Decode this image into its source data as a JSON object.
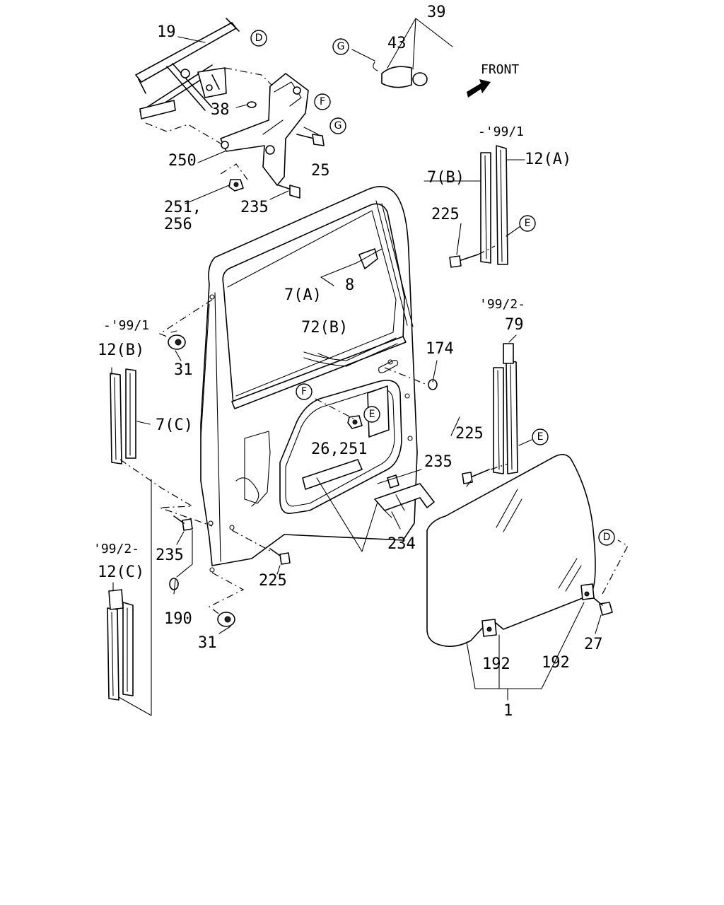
{
  "front_label": "FRONT",
  "dates": {
    "upper_right": "-'99/1",
    "right_middle": "'99/2-",
    "left_upper": "-'99/1",
    "left_lower": "'99/2-"
  },
  "labels": {
    "p19": "19",
    "p39": "39",
    "p43": "43",
    "p38": "38",
    "p250": "250",
    "p25": "25",
    "p251_a": "251,",
    "p256": "256",
    "p235_top": "235",
    "p7b": "7(B)",
    "p12a": "12(A)",
    "p225_tr": "225",
    "p7a": "7(A)",
    "p8": "8",
    "p72b": "72(B)",
    "p174": "174",
    "p79": "79",
    "p12b": "12(B)",
    "p31_up": "31",
    "p7c": "7(C)",
    "p26_251": "26,251",
    "p225_rm": "225",
    "p235_mid": "235",
    "p235_low": "235",
    "p234": "234",
    "p225_low": "225",
    "p12c": "12(C)",
    "p190": "190",
    "p31_low": "31",
    "p192_a": "192",
    "p192_b": "192",
    "p27": "27",
    "p1": "1"
  },
  "refs": {
    "D": "D",
    "E": "E",
    "F": "F",
    "G": "G"
  }
}
